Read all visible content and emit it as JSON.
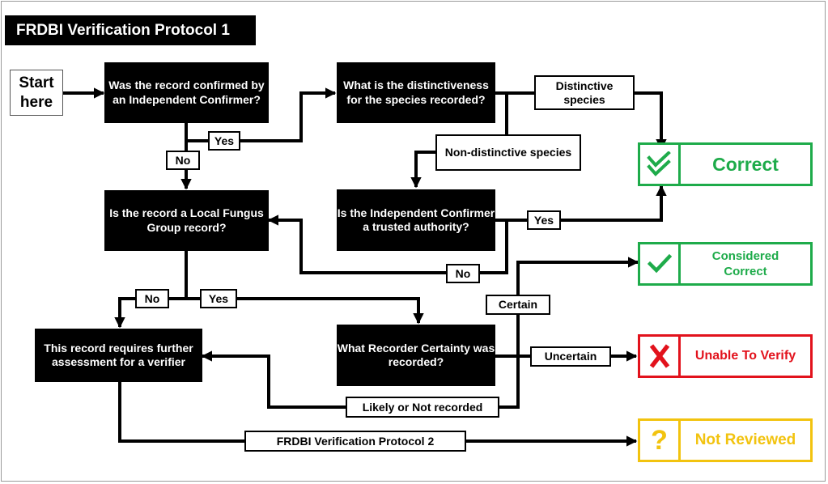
{
  "title": "FRDBI Verification Protocol 1",
  "start": "Start here",
  "questions": {
    "confirmed": "Was the record confirmed by an Independent Confirmer?",
    "distinctiveness": "What is the distinctiveness for the species recorded?",
    "trusted": "Is the Independent Confirmer a trusted authority?",
    "local_group": "Is the record a Local Fungus Group record?",
    "certainty": "What Recorder Certainty was recorded?",
    "assessment": "This record requires further assessment for a verifier"
  },
  "labels": {
    "yes1": "Yes",
    "no1": "No",
    "distinctive": "Distinctive species",
    "non_distinctive": "Non-distinctive species",
    "yes2": "Yes",
    "no2": "No",
    "no3": "No",
    "yes3": "Yes",
    "certain": "Certain",
    "uncertain": "Uncertain",
    "likely": "Likely  or Not recorded",
    "protocol2": "FRDBI Verification Protocol 2"
  },
  "outcomes": {
    "correct": "Correct",
    "considered": "Considered Correct",
    "unable": "Unable To Verify",
    "not_reviewed": "Not Reviewed"
  },
  "outcome_icons": {
    "correct": "double-check-icon",
    "considered": "check-icon",
    "unable": "x-icon",
    "not_reviewed": "question-icon"
  },
  "colors": {
    "green": "#1eab4a",
    "red": "#e2121c",
    "yellow": "#f2c30f",
    "dark": "#000000"
  }
}
